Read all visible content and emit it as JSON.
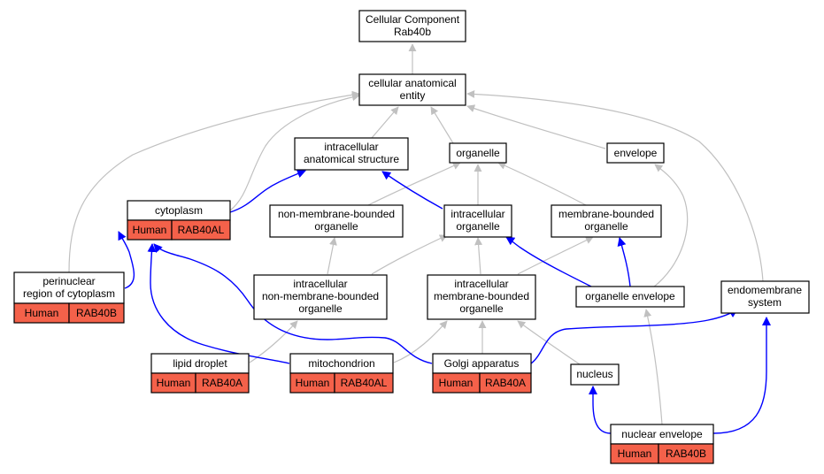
{
  "graph": {
    "colors": {
      "annotated_fill": "#f4614a",
      "is_a_edge": "#c0c0c0",
      "part_of_edge": "#0000ff"
    },
    "nodes": {
      "root": {
        "lines": [
          "Cellular Component",
          "Rab40b"
        ]
      },
      "cae": {
        "lines": [
          "cellular anatomical",
          "entity"
        ]
      },
      "ias": {
        "lines": [
          "intracellular",
          "anatomical structure"
        ]
      },
      "organelle": {
        "lines": [
          "organelle"
        ]
      },
      "envelope": {
        "lines": [
          "envelope"
        ]
      },
      "cytoplasm": {
        "lines": [
          "cytoplasm"
        ],
        "tag": {
          "organism": "Human",
          "gene": "RAB40AL"
        }
      },
      "nmbo": {
        "lines": [
          "non-membrane-bounded",
          "organelle"
        ]
      },
      "io": {
        "lines": [
          "intracellular",
          "organelle"
        ]
      },
      "mbo": {
        "lines": [
          "membrane-bounded",
          "organelle"
        ]
      },
      "perinuclear": {
        "lines": [
          "perinuclear",
          "region of cytoplasm"
        ],
        "tag": {
          "organism": "Human",
          "gene": "RAB40B"
        }
      },
      "inmbo": {
        "lines": [
          "intracellular",
          "non-membrane-bounded",
          "organelle"
        ]
      },
      "imbo": {
        "lines": [
          "intracellular",
          "membrane-bounded",
          "organelle"
        ]
      },
      "oenv": {
        "lines": [
          "organelle envelope"
        ]
      },
      "endo": {
        "lines": [
          "endomembrane",
          "system"
        ]
      },
      "lipid": {
        "lines": [
          "lipid droplet"
        ],
        "tag": {
          "organism": "Human",
          "gene": "RAB40A"
        }
      },
      "mito": {
        "lines": [
          "mitochondrion"
        ],
        "tag": {
          "organism": "Human",
          "gene": "RAB40AL"
        }
      },
      "golgi": {
        "lines": [
          "Golgi apparatus"
        ],
        "tag": {
          "organism": "Human",
          "gene": "RAB40A"
        }
      },
      "nucleus": {
        "lines": [
          "nucleus"
        ]
      },
      "nenv": {
        "lines": [
          "nuclear envelope"
        ],
        "tag": {
          "organism": "Human",
          "gene": "RAB40B"
        }
      }
    }
  }
}
